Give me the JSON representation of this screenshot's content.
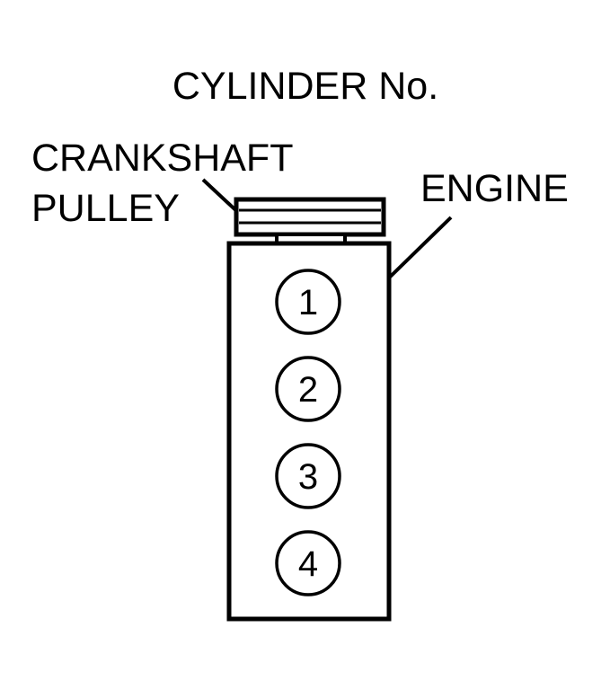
{
  "title": "CYLINDER No.",
  "labels": {
    "pulley_line1": "CRANKSHAFT",
    "pulley_line2": "PULLEY",
    "engine": "ENGINE"
  },
  "cylinders": [
    "1",
    "2",
    "3",
    "4"
  ],
  "colors": {
    "ink": "#000000",
    "background": "#ffffff"
  }
}
